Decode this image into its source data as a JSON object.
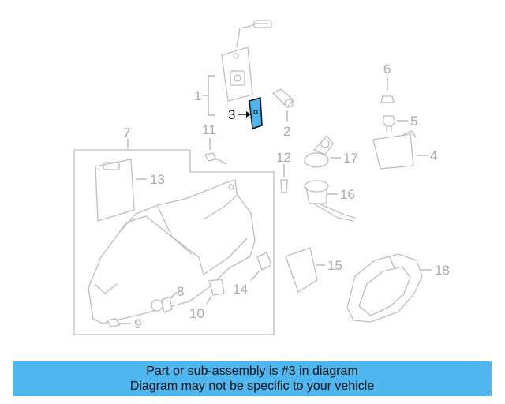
{
  "diagram": {
    "callouts": {
      "c1": "1",
      "c2": "2",
      "c3": "3",
      "c4": "4",
      "c5": "5",
      "c6": "6",
      "c7": "7",
      "c8": "8",
      "c9": "9",
      "c10": "10",
      "c11": "11",
      "c12": "12",
      "c13": "13",
      "c14": "14",
      "c15": "15",
      "c16": "16",
      "c17": "17",
      "c18": "18"
    },
    "highlight_color": "#4fb6ef"
  },
  "banner": {
    "line1": "Part or sub-assembly is #3 in diagram",
    "line2": "Diagram may not be specific to your vehicle",
    "color": "#4fb6ef"
  }
}
